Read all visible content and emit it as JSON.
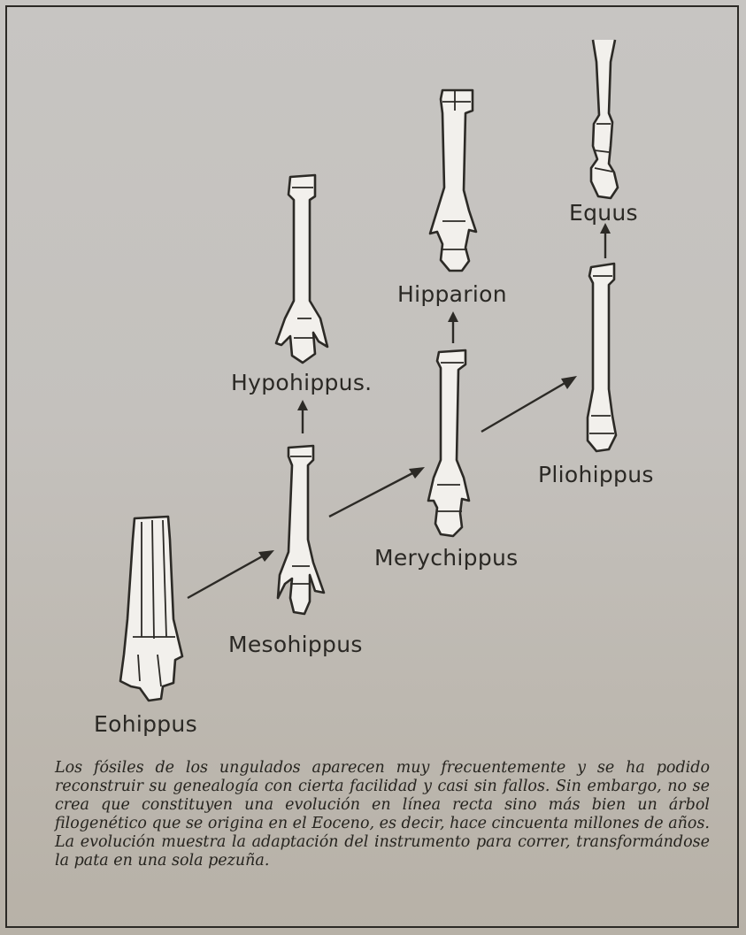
{
  "labels": {
    "equus": "Equus",
    "hipparion": "Hipparion",
    "hypohippus": "Hypohippus.",
    "merychippus": "Merychippus",
    "pliohippus": "Pliohippus",
    "mesohippus": "Mesohippus",
    "eohippus": "Eohippus"
  },
  "caption": "Los fósiles de los ungulados aparecen muy frecuentemente y se ha podido reconstruir su genealogía con cierta facilidad y casi sin fallos. Sin embargo, no se crea que constituyen una evolución en línea recta sino más bien un árbol filogenético que se origina en el Eoceno, es decir, hace cincuenta millones de años. La evolución muestra la adaptación del instrumento para correr, transformándose la pata en una sola pezuña."
}
